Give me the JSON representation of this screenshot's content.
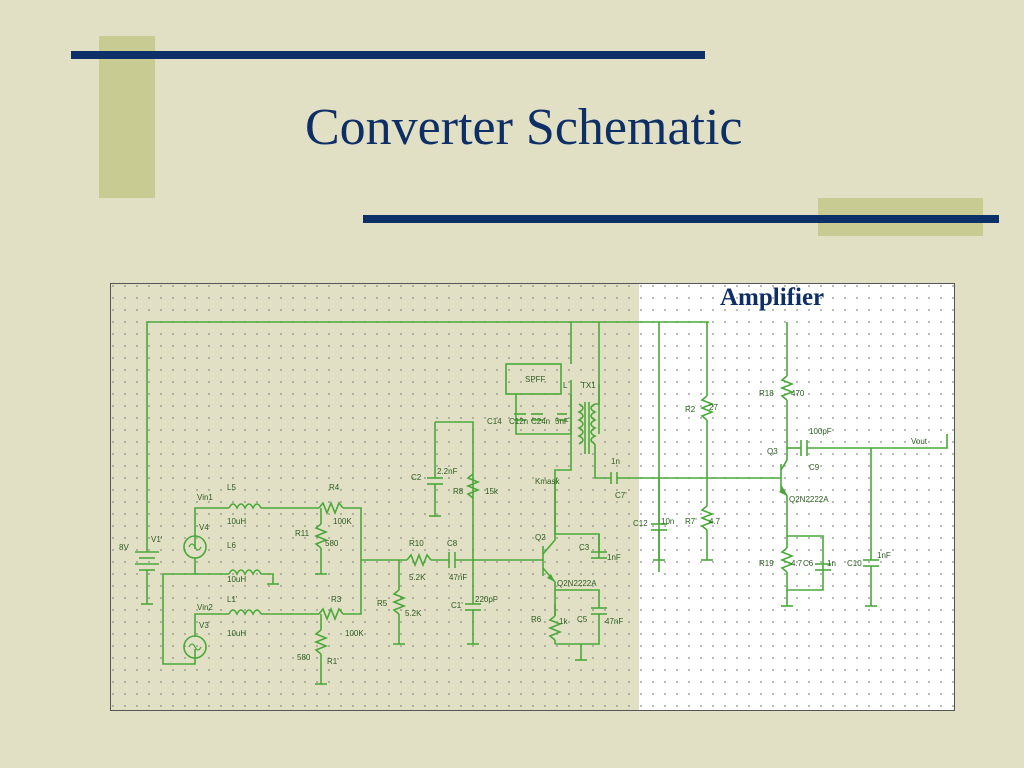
{
  "slide": {
    "title": "Converter Schematic",
    "amplifier_label": "Amplifier",
    "colors": {
      "background": "#e2e0c4",
      "title": "#0d2f66",
      "bar": "#0d3068",
      "accent_block": "#c8cc92",
      "wire": "#4aa83a"
    }
  },
  "schematic": {
    "labels": {
      "v1": "V1'",
      "v1_value": "8V",
      "vin1": "Vin1",
      "v4": "V4",
      "vin2": "Vin2",
      "v3": "V3",
      "l5": "L5",
      "l5_value": "10uH",
      "l6": "L6",
      "l6_value": "10uH",
      "l1": "L1'",
      "l1_value": "10uH",
      "r4": "R4",
      "r4_value": "100K",
      "r11": "R11",
      "r11_value": "580",
      "r3": "R3",
      "r3_value": "100K",
      "r1": "R1'",
      "r1_value": "580",
      "r10": "R10",
      "r10_value": "5.2K",
      "r5": "R5",
      "r5_value": "5.2K",
      "c8": "C8",
      "c8_value": "47nF",
      "c1": "C1'",
      "c1_value": "220pF",
      "c2": "C2",
      "c2_value": "2.2nF",
      "r8": "R8",
      "r8_value": "15k",
      "spff": "SPFF",
      "l_small": "L",
      "tx1": "TX1",
      "c14": "C14",
      "c14_value": "C12n",
      "c_24n": "C24n",
      "c_ng": "5nF",
      "kmask": "Kmask",
      "c7": "C7'",
      "c7_value": "1n",
      "q2": "Q2",
      "q2_model": "Q2N2222A",
      "c3": "C3",
      "c3_value": "1nF",
      "r6": "R6",
      "r6_value": "1k",
      "c5": "C5",
      "c5_value": "47nF",
      "c12": "C12",
      "c12_value": "10n",
      "r7": "R7'",
      "r7_value": "4.7",
      "r2": "R2",
      "r2_value": "27",
      "r18": "R18",
      "r18_value": "470",
      "c_100pf": "100pF",
      "c9": "C9",
      "q3": "Q3",
      "q3_model": "Q2N2222A",
      "vout": "Vout",
      "r19": "R19",
      "r19_value": "4.7",
      "c6": "C6",
      "c6_value": "1n",
      "c10": "C10",
      "c10_value": "1nF"
    }
  }
}
